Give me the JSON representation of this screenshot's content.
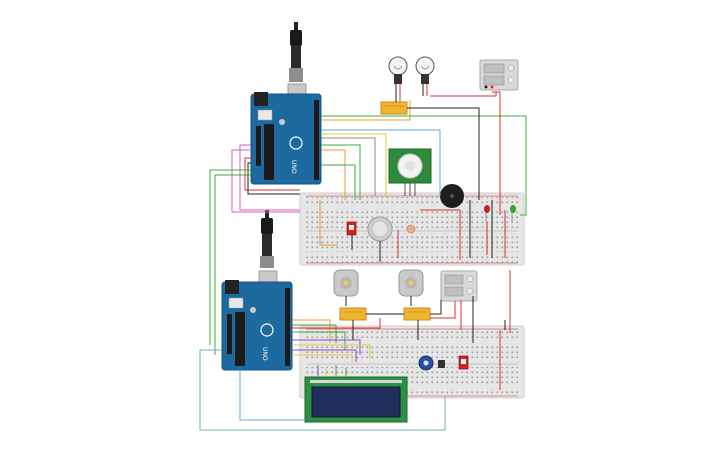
{
  "circuit": {
    "colors": {
      "arduino": "#1d6aa0",
      "arduino_dark": "#155581",
      "breadboard": "#e6e6e6",
      "relay": "#f2b531",
      "lcd_pcb": "#2b9244",
      "lcd_screen": "#1f2e5a",
      "pir": "#2e8a3b",
      "wire_green": "#3cad3c",
      "wire_red": "#d93030",
      "wire_black": "#222222",
      "wire_blue": "#5aa9d9",
      "wire_orange": "#e89c2a",
      "wire_pink": "#d65fb8",
      "wire_yellow": "#e6c93a",
      "wire_purple": "#8a4fc4",
      "wire_gray": "#8a8a8a",
      "wire_teal": "#6fb5b5"
    },
    "components": [
      {
        "id": "arduino-1",
        "icon": "arduino-uno"
      },
      {
        "id": "arduino-2",
        "icon": "arduino-uno"
      },
      {
        "id": "breadboard-1",
        "icon": "breadboard"
      },
      {
        "id": "breadboard-2",
        "icon": "breadboard"
      },
      {
        "id": "bulb-1",
        "icon": "light-bulb"
      },
      {
        "id": "bulb-2",
        "icon": "light-bulb"
      },
      {
        "id": "power-supply-1",
        "icon": "power-supply"
      },
      {
        "id": "power-supply-2",
        "icon": "power-supply"
      },
      {
        "id": "relay-1",
        "icon": "relay"
      },
      {
        "id": "relay-2",
        "icon": "relay"
      },
      {
        "id": "relay-3",
        "icon": "relay"
      },
      {
        "id": "pir-sensor",
        "icon": "pir-sensor"
      },
      {
        "id": "buzzer",
        "icon": "piezo-buzzer"
      },
      {
        "id": "dc-motor-1",
        "icon": "dc-motor"
      },
      {
        "id": "dc-motor-2",
        "icon": "dc-motor"
      },
      {
        "id": "lcd-16x2",
        "icon": "lcd-display"
      },
      {
        "id": "potentiometer",
        "icon": "potentiometer"
      },
      {
        "id": "ldr",
        "icon": "photoresistor"
      },
      {
        "id": "gas-sensor",
        "icon": "gas-sensor"
      },
      {
        "id": "slide-switch-1",
        "icon": "slide-switch"
      },
      {
        "id": "slide-switch-2",
        "icon": "slide-switch"
      },
      {
        "id": "led-red",
        "icon": "led"
      },
      {
        "id": "led-green",
        "icon": "led"
      }
    ]
  }
}
